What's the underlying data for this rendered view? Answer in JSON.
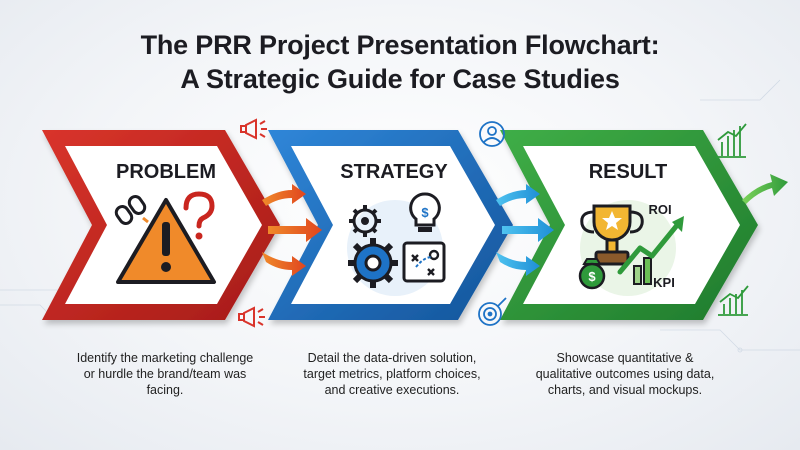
{
  "title": {
    "line1": "The PRR Project Presentation Flowchart:",
    "line2": "A Strategic Guide for Case Studies"
  },
  "steps": [
    {
      "label": "PROBLEM",
      "color": "#c9261f",
      "icon": "warning-triangle-icon",
      "description": "Identify the marketing challenge or hurdle the brand/team was facing."
    },
    {
      "label": "STRATEGY",
      "color": "#1e73c6",
      "icon": "gears-lightbulb-icon",
      "description": "Detail the data-driven solution, target metrics, platform choices, and creative executions."
    },
    {
      "label": "RESULT",
      "color": "#2f9a3b",
      "icon": "trophy-growth-icon",
      "description": "Showcase quantitative & qualitative outcomes using data, charts, and visual mockups."
    }
  ],
  "result_icon_labels": {
    "roi": "ROI",
    "kpi": "KPI"
  }
}
